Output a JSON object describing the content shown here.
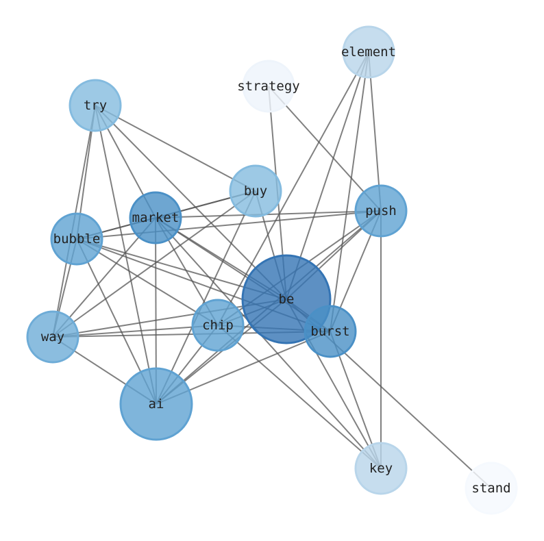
{
  "graph": {
    "edge_color": "#555555",
    "nodes": [
      {
        "id": "element",
        "color": "#b8d5ea",
        "size": "small"
      },
      {
        "id": "strategy",
        "color": "#eef4fb",
        "size": "small"
      },
      {
        "id": "try",
        "color": "#84bbdf",
        "size": "small"
      },
      {
        "id": "buy",
        "color": "#84bbdf",
        "size": "small"
      },
      {
        "id": "push",
        "color": "#5fa2d2",
        "size": "small"
      },
      {
        "id": "market",
        "color": "#4a90c6",
        "size": "small"
      },
      {
        "id": "bubble",
        "color": "#5fa2d2",
        "size": "small"
      },
      {
        "id": "be",
        "color": "#3474b4",
        "size": "large"
      },
      {
        "id": "chip",
        "color": "#5fa2d2",
        "size": "small"
      },
      {
        "id": "burst",
        "color": "#4a90c6",
        "size": "small"
      },
      {
        "id": "way",
        "color": "#6eacd7",
        "size": "small"
      },
      {
        "id": "ai",
        "color": "#5fa2d2",
        "size": "medium"
      },
      {
        "id": "key",
        "color": "#b8d5ea",
        "size": "small"
      },
      {
        "id": "stand",
        "color": "#f5f9fe",
        "size": "small"
      }
    ],
    "edges": [
      [
        "element",
        "be"
      ],
      [
        "element",
        "burst"
      ],
      [
        "element",
        "push"
      ],
      [
        "element",
        "chip"
      ],
      [
        "strategy",
        "be"
      ],
      [
        "strategy",
        "push"
      ],
      [
        "try",
        "buy"
      ],
      [
        "try",
        "market"
      ],
      [
        "try",
        "be"
      ],
      [
        "try",
        "bubble"
      ],
      [
        "try",
        "way"
      ],
      [
        "try",
        "ai"
      ],
      [
        "buy",
        "market"
      ],
      [
        "buy",
        "bubble"
      ],
      [
        "buy",
        "way"
      ],
      [
        "buy",
        "ai"
      ],
      [
        "buy",
        "be"
      ],
      [
        "market",
        "push"
      ],
      [
        "market",
        "be"
      ],
      [
        "market",
        "burst"
      ],
      [
        "market",
        "key"
      ],
      [
        "market",
        "chip"
      ],
      [
        "market",
        "ai"
      ],
      [
        "market",
        "way"
      ],
      [
        "market",
        "bubble"
      ],
      [
        "bubble",
        "push"
      ],
      [
        "bubble",
        "be"
      ],
      [
        "bubble",
        "chip"
      ],
      [
        "bubble",
        "ai"
      ],
      [
        "bubble",
        "way"
      ],
      [
        "bubble",
        "burst"
      ],
      [
        "push",
        "be"
      ],
      [
        "push",
        "chip"
      ],
      [
        "push",
        "burst"
      ],
      [
        "push",
        "key"
      ],
      [
        "push",
        "ai"
      ],
      [
        "be",
        "chip"
      ],
      [
        "be",
        "burst"
      ],
      [
        "be",
        "key"
      ],
      [
        "be",
        "way"
      ],
      [
        "be",
        "stand"
      ],
      [
        "be",
        "ai"
      ],
      [
        "chip",
        "burst"
      ],
      [
        "chip",
        "key"
      ],
      [
        "chip",
        "way"
      ],
      [
        "chip",
        "ai"
      ],
      [
        "burst",
        "way"
      ],
      [
        "burst",
        "key"
      ],
      [
        "burst",
        "ai"
      ],
      [
        "way",
        "ai"
      ]
    ]
  }
}
